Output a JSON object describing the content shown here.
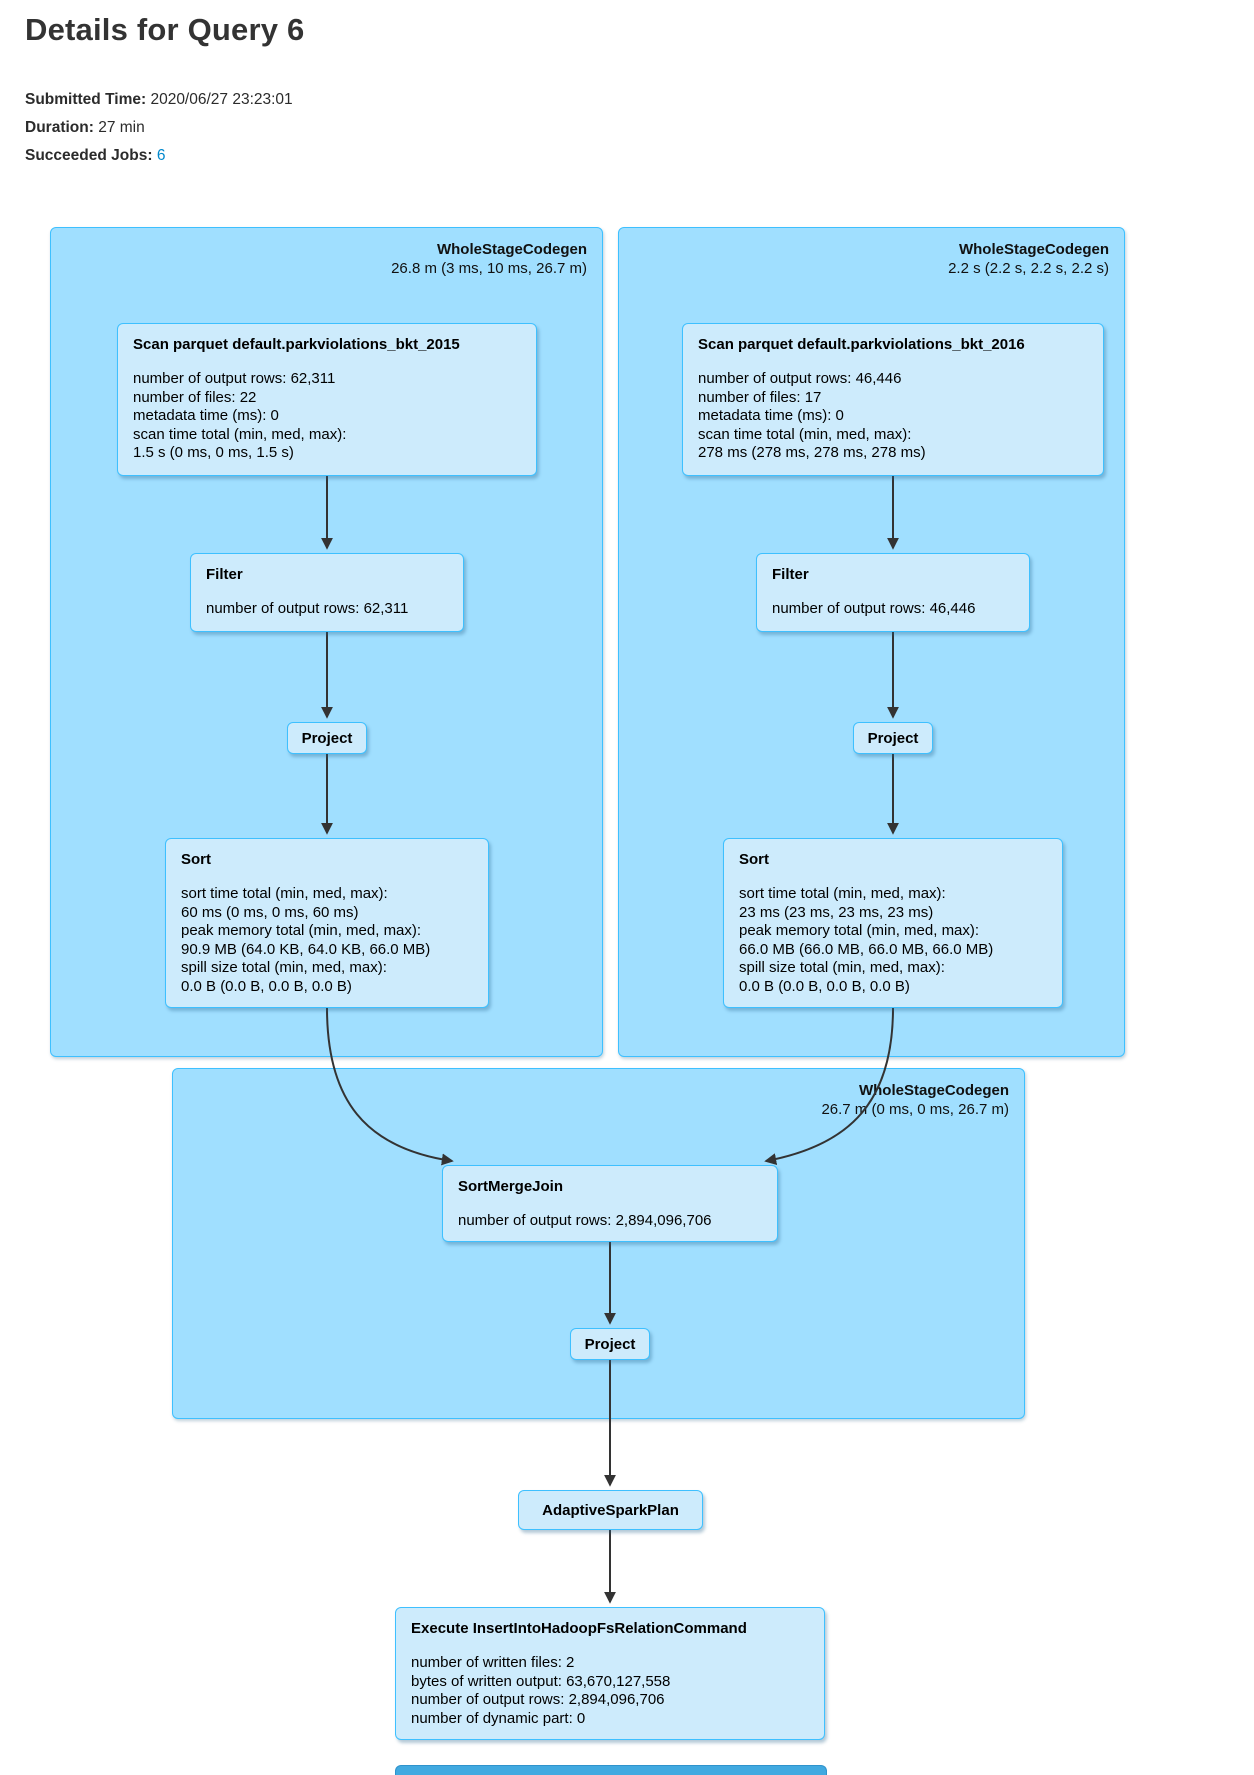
{
  "header": {
    "title": "Details for Query 6",
    "submitted_label": "Submitted Time:",
    "submitted_value": "2020/06/27 23:23:01",
    "duration_label": "Duration:",
    "duration_value": "27 min",
    "jobs_label": "Succeeded Jobs:",
    "jobs_value": "6"
  },
  "colors": {
    "cluster_fill": "#A0DFFF",
    "cluster_stroke": "#3EC0FF",
    "node_fill": "#CDEBFC",
    "node_stroke": "#3EC0FF",
    "edge": "#333333",
    "link": "#0088CC"
  },
  "dag": {
    "cluster1": {
      "title": "WholeStageCodegen",
      "duration": "26.8 m (3 ms, 10 ms, 26.7 m)"
    },
    "cluster2": {
      "title": "WholeStageCodegen",
      "duration": "2.2 s (2.2 s, 2.2 s, 2.2 s)"
    },
    "cluster3": {
      "title": "WholeStageCodegen",
      "duration": "26.7 m (0 ms, 0 ms, 26.7 m)"
    },
    "scan2015": {
      "title": "Scan parquet default.parkviolations_bkt_2015",
      "lines": [
        "number of output rows: 62,311",
        "number of files: 22",
        "metadata time (ms): 0",
        "scan time total (min, med, max):",
        "1.5 s (0 ms, 0 ms, 1.5 s)"
      ]
    },
    "filter2015": {
      "title": "Filter",
      "lines": [
        "number of output rows: 62,311"
      ]
    },
    "project2015": {
      "title": "Project"
    },
    "sort2015": {
      "title": "Sort",
      "lines": [
        "sort time total (min, med, max):",
        "60 ms (0 ms, 0 ms, 60 ms)",
        "peak memory total (min, med, max):",
        "90.9 MB (64.0 KB, 64.0 KB, 66.0 MB)",
        "spill size total (min, med, max):",
        "0.0 B (0.0 B, 0.0 B, 0.0 B)"
      ]
    },
    "scan2016": {
      "title": "Scan parquet default.parkviolations_bkt_2016",
      "lines": [
        "number of output rows: 46,446",
        "number of files: 17",
        "metadata time (ms): 0",
        "scan time total (min, med, max):",
        "278 ms (278 ms, 278 ms, 278 ms)"
      ]
    },
    "filter2016": {
      "title": "Filter",
      "lines": [
        "number of output rows: 46,446"
      ]
    },
    "project2016": {
      "title": "Project"
    },
    "sort2016": {
      "title": "Sort",
      "lines": [
        "sort time total (min, med, max):",
        "23 ms (23 ms, 23 ms, 23 ms)",
        "peak memory total (min, med, max):",
        "66.0 MB (66.0 MB, 66.0 MB, 66.0 MB)",
        "spill size total (min, med, max):",
        "0.0 B (0.0 B, 0.0 B, 0.0 B)"
      ]
    },
    "sortmergejoin": {
      "title": "SortMergeJoin",
      "lines": [
        "number of output rows: 2,894,096,706"
      ]
    },
    "project3": {
      "title": "Project"
    },
    "adaptivesparkplan": {
      "title": "AdaptiveSparkPlan"
    },
    "execute": {
      "title": "Execute InsertIntoHadoopFsRelationCommand",
      "lines": [
        "number of written files: 2",
        "bytes of written output: 63,670,127,558",
        "number of output rows: 2,894,096,706",
        "number of dynamic part: 0"
      ]
    }
  }
}
